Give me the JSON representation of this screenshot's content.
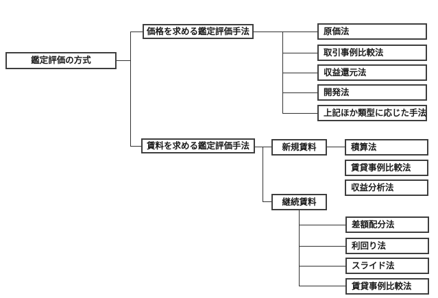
{
  "diagram": {
    "type": "tree",
    "root": {
      "label": "鑑定評価の方式"
    },
    "price_branch": {
      "label": "価格を求める鑑定評価手法",
      "children": [
        "原価法",
        "取引事例比較法",
        "収益還元法",
        "開発法",
        "上記ほか類型に応じた手法"
      ]
    },
    "rent_branch": {
      "label": "賃料を求める鑑定評価手法",
      "new_rent": {
        "label": "新規賃料",
        "children": [
          "積算法",
          "賃貸事例比較法",
          "収益分析法"
        ]
      },
      "continuing_rent": {
        "label": "継続賃料",
        "children": [
          "差額配分法",
          "利回り法",
          "スライド法",
          "賃貸事例比較法"
        ]
      }
    },
    "colors": {
      "box_border": "#3d3d3d",
      "connector": "#2f2f2f",
      "text": "#1a1a1a",
      "background": "#ffffff"
    }
  }
}
